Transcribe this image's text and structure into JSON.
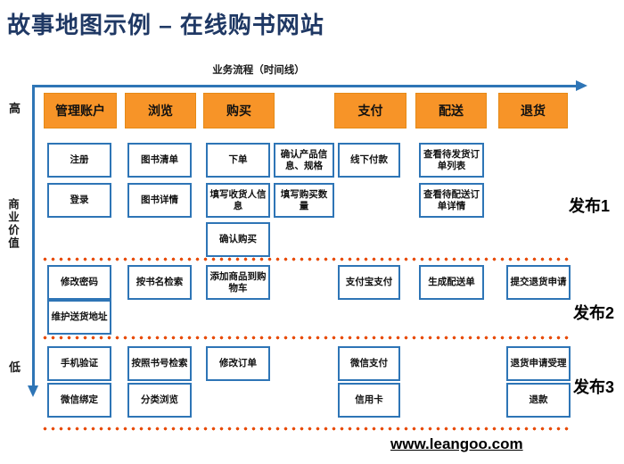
{
  "title": "故事地图示例 – 在线购书网站",
  "timeline": {
    "label": "业务流程（时间线）"
  },
  "value_axis": {
    "high": "高",
    "label": "商业价值",
    "low": "低"
  },
  "watermark": "www.leangoo.com",
  "colors": {
    "title_text": "#1F3864",
    "header_fill": "#F79428",
    "card_border": "#2E75B6",
    "axis_arrow": "#2E75B6",
    "release_divider": "#E84C0A"
  },
  "columns": [
    {
      "id": "manage-account",
      "label": "管理账户"
    },
    {
      "id": "browse",
      "label": "浏览"
    },
    {
      "id": "buy",
      "label": "购买"
    },
    {
      "id": "pay",
      "label": "支付"
    },
    {
      "id": "delivery",
      "label": "配送"
    },
    {
      "id": "returns",
      "label": "退货"
    }
  ],
  "releases": [
    {
      "label": "发布1"
    },
    {
      "label": "发布2"
    },
    {
      "label": "发布3"
    }
  ],
  "cards": [
    {
      "label": "注册",
      "column": "manage-account",
      "release": 1,
      "row": 0
    },
    {
      "label": "登录",
      "column": "manage-account",
      "release": 1,
      "row": 1
    },
    {
      "label": "图书清单",
      "column": "browse",
      "release": 1,
      "row": 0
    },
    {
      "label": "图书详情",
      "column": "browse",
      "release": 1,
      "row": 1
    },
    {
      "label": "下单",
      "column": "buy",
      "release": 1,
      "row": 0
    },
    {
      "label": "填写收货人信息",
      "column": "buy",
      "release": 1,
      "row": 1
    },
    {
      "label": "确认购买",
      "column": "buy",
      "release": 1,
      "row": 2
    },
    {
      "label": "确认产品信息、规格",
      "column": "buy-extra",
      "release": 1,
      "row": 0
    },
    {
      "label": "填写购买数量",
      "column": "buy-extra",
      "release": 1,
      "row": 1
    },
    {
      "label": "线下付款",
      "column": "pay",
      "release": 1,
      "row": 0
    },
    {
      "label": "查看待发货订单列表",
      "column": "delivery",
      "release": 1,
      "row": 0
    },
    {
      "label": "查看待配送订单详情",
      "column": "delivery",
      "release": 1,
      "row": 1
    },
    {
      "label": "修改密码",
      "column": "manage-account",
      "release": 2,
      "row": 0
    },
    {
      "label": "维护送货地址",
      "column": "manage-account",
      "release": 2,
      "row": 1
    },
    {
      "label": "按书名检索",
      "column": "browse",
      "release": 2,
      "row": 0
    },
    {
      "label": "添加商品到购物车",
      "column": "buy",
      "release": 2,
      "row": 0
    },
    {
      "label": "支付宝支付",
      "column": "pay",
      "release": 2,
      "row": 0
    },
    {
      "label": "生成配送单",
      "column": "delivery",
      "release": 2,
      "row": 0
    },
    {
      "label": "提交退货申请",
      "column": "returns",
      "release": 2,
      "row": 0
    },
    {
      "label": "手机验证",
      "column": "manage-account",
      "release": 3,
      "row": 0
    },
    {
      "label": "微信绑定",
      "column": "manage-account",
      "release": 3,
      "row": 1
    },
    {
      "label": "按照书号检索",
      "column": "browse",
      "release": 3,
      "row": 0
    },
    {
      "label": "分类浏览",
      "column": "browse",
      "release": 3,
      "row": 1
    },
    {
      "label": "修改订单",
      "column": "buy",
      "release": 3,
      "row": 0
    },
    {
      "label": "微信支付",
      "column": "pay",
      "release": 3,
      "row": 0
    },
    {
      "label": "信用卡",
      "column": "pay",
      "release": 3,
      "row": 1
    },
    {
      "label": "退货申请受理",
      "column": "returns",
      "release": 3,
      "row": 0
    },
    {
      "label": "退款",
      "column": "returns",
      "release": 3,
      "row": 1
    }
  ]
}
